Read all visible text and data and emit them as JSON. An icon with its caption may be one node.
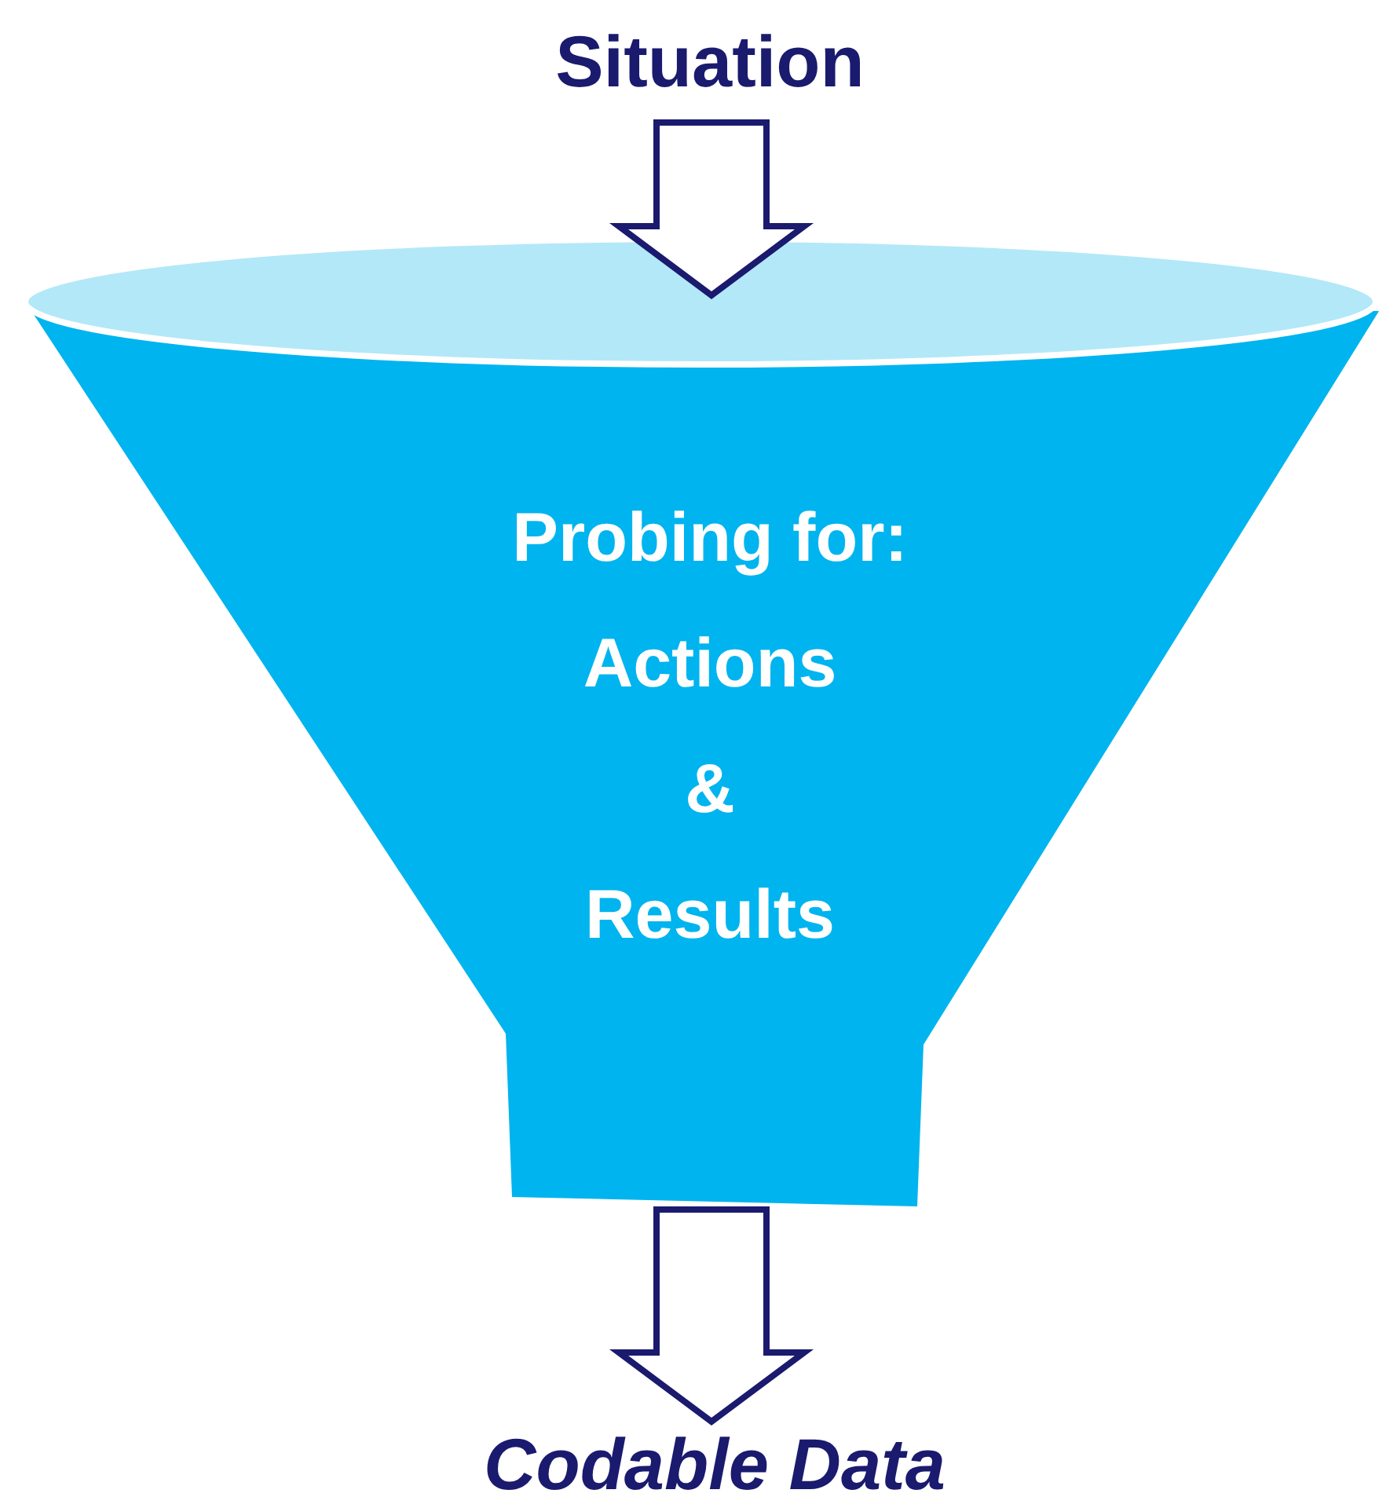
{
  "diagram": {
    "nodes": [
      {
        "text": [
          "Situation"
        ]
      },
      {
        "text": [
          "Probing for:",
          "Actions & Results"
        ]
      },
      {
        "text": [
          "Codable Data"
        ]
      }
    ],
    "edges": [
      {
        "from": 0,
        "to": 1,
        "arrow": "to"
      },
      {
        "from": 1,
        "to": 2,
        "arrow": "to"
      }
    ]
  }
}
